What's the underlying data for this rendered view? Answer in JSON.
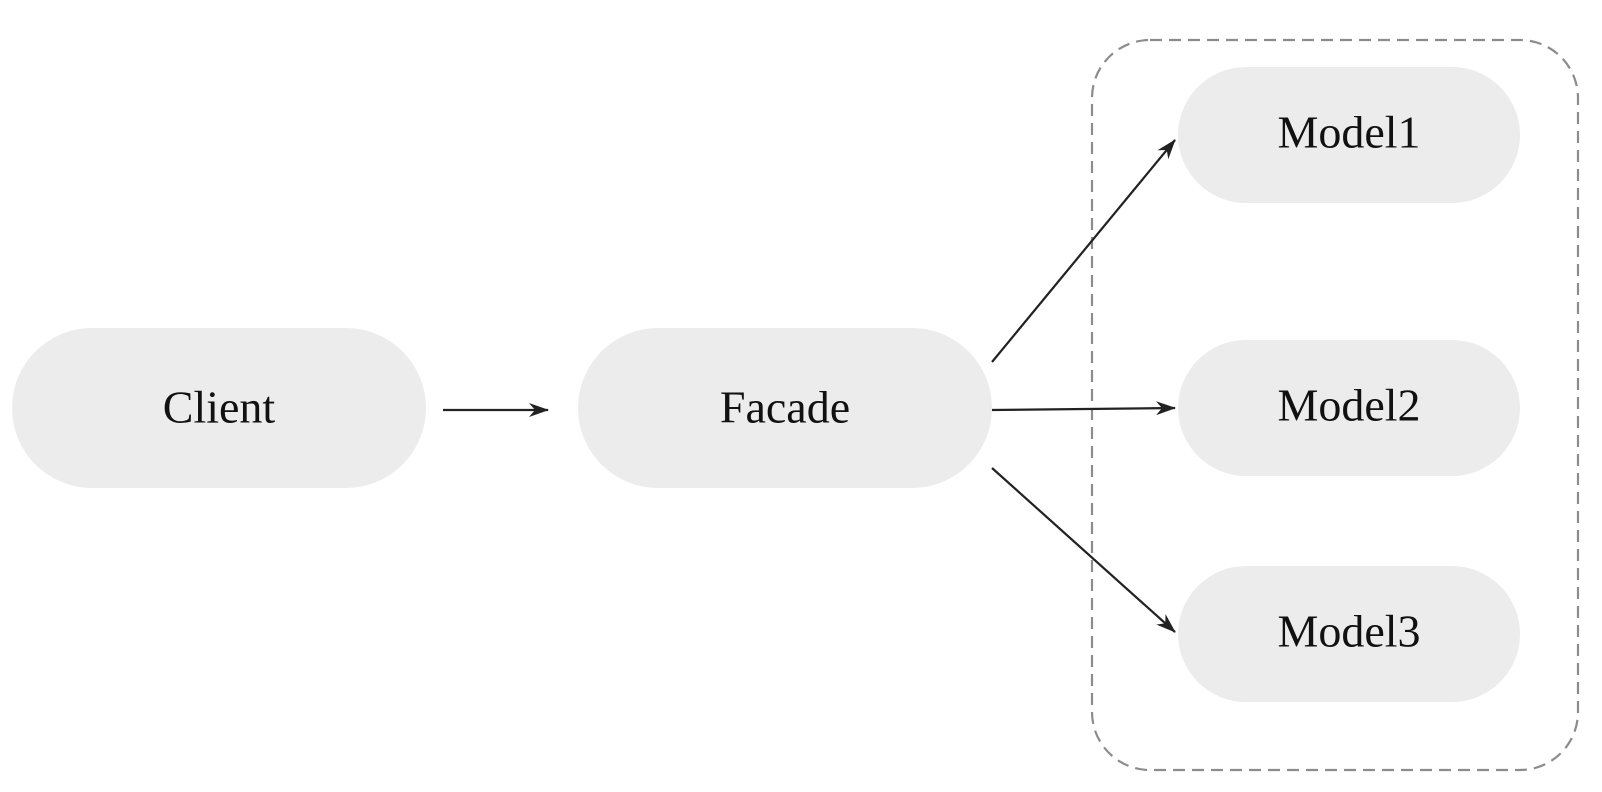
{
  "diagram": {
    "nodes": {
      "client": {
        "label": "Client"
      },
      "facade": {
        "label": "Facade"
      },
      "model1": {
        "label": "Model1"
      },
      "model2": {
        "label": "Model2"
      },
      "model3": {
        "label": "Model3"
      }
    },
    "edges": [
      {
        "from": "client",
        "to": "facade"
      },
      {
        "from": "facade",
        "to": "model1"
      },
      {
        "from": "facade",
        "to": "model2"
      },
      {
        "from": "facade",
        "to": "model3"
      }
    ],
    "colors": {
      "node_fill": "#ececec",
      "edge": "#222222",
      "group_border": "#8c8c8c"
    }
  }
}
